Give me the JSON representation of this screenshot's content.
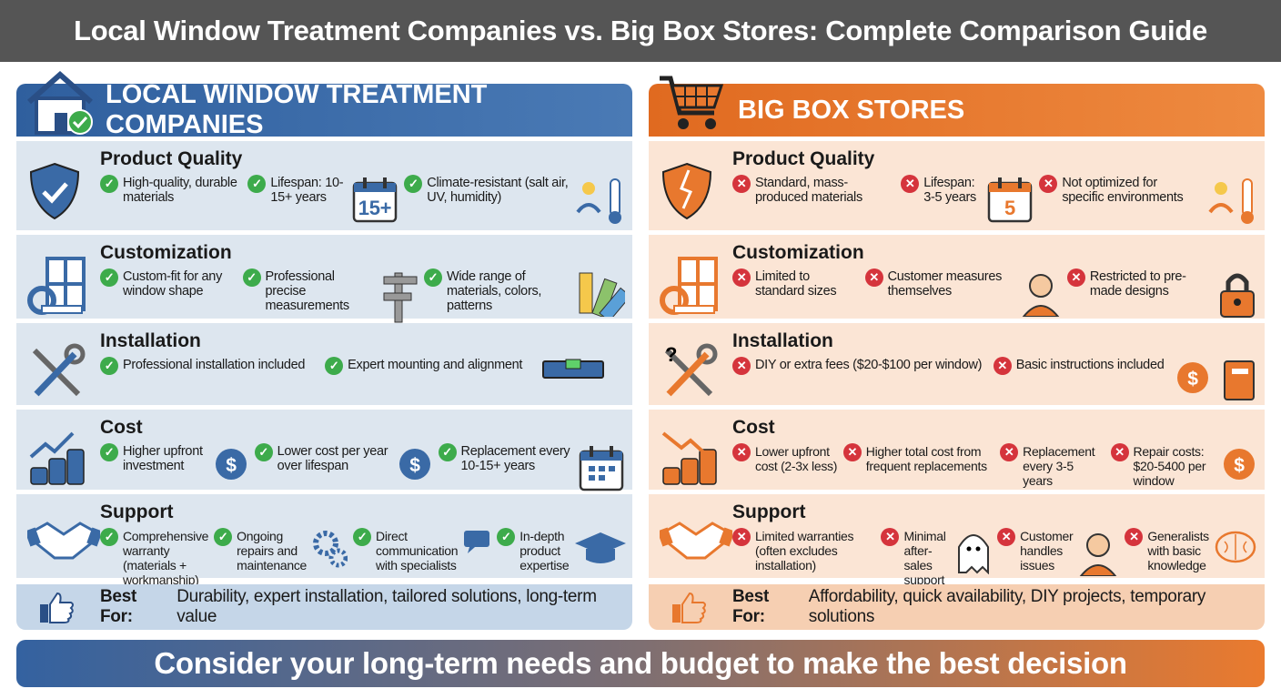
{
  "title": "Local Window Treatment Companies vs. Big Box Stores: Complete Comparison Guide",
  "colors": {
    "blue": "#3a6aa6",
    "orange": "#e8782e",
    "check": "#3dab4b",
    "cross": "#d5343c"
  },
  "left": {
    "heading": "LOCAL WINDOW TREATMENT COMPANIES",
    "heading_icon": "house-check-icon",
    "sections": [
      {
        "title": "Product Quality",
        "icon": "shield-check-icon",
        "items": [
          {
            "text": "High-quality, durable materials"
          },
          {
            "text": "Lifespan: 10-15+ years",
            "icon": "calendar-icon",
            "icon_text": "15+"
          },
          {
            "text": "Climate-resistant (salt air, UV, humidity)",
            "icon": "weather-thermometer-icon"
          }
        ]
      },
      {
        "title": "Customization",
        "icon": "window-tape-icon",
        "items": [
          {
            "text": "Custom-fit for any window shape"
          },
          {
            "text": "Professional precise measurements",
            "icon": "caliper-icon"
          },
          {
            "text": "Wide range of materials, colors, patterns",
            "icon": "swatch-icon"
          }
        ]
      },
      {
        "title": "Installation",
        "icon": "tools-icon",
        "items": [
          {
            "text": "Professional installation included"
          },
          {
            "text": "Expert mounting and alignment",
            "icon": "level-icon"
          },
          {
            "text": ""
          }
        ]
      },
      {
        "title": "Cost",
        "icon": "coins-up-icon",
        "items": [
          {
            "text": "Higher upfront investment",
            "icon": "money-bag-icon"
          },
          {
            "text": "Lower cost per year over lifespan",
            "icon": "dollar-down-icon"
          },
          {
            "text": "Replacement every 10-15+ years",
            "icon": "calendar-grid-icon"
          }
        ]
      },
      {
        "title": "Support",
        "icon": "handshake-icon",
        "items": [
          {
            "text": "Comprehensive warranty (materials + workmanship)"
          },
          {
            "text": "Ongoing repairs and maintenance",
            "icon": "gears-icon"
          },
          {
            "text": "Direct communication with specialists",
            "icon": "chat-icon"
          },
          {
            "text": "In-depth product expertise",
            "icon": "graduation-cap-icon"
          }
        ]
      }
    ],
    "best_label": "Best For:",
    "best_text": "Durability, expert installation, tailored solutions, long-term value"
  },
  "right": {
    "heading": "BIG BOX STORES",
    "heading_icon": "shopping-cart-icon",
    "sections": [
      {
        "title": "Product Quality",
        "icon": "cracked-shield-icon",
        "items": [
          {
            "text": "Standard, mass-produced materials"
          },
          {
            "text": "Lifespan: 3-5 years",
            "icon": "calendar-icon",
            "icon_text": "5"
          },
          {
            "text": "Not optimized for specific environments",
            "icon": "wilted-plant-icon"
          }
        ]
      },
      {
        "title": "Customization",
        "icon": "window-tape-icon",
        "items": [
          {
            "text": "Limited to standard sizes"
          },
          {
            "text": "Customer measures themselves",
            "icon": "confused-person-icon"
          },
          {
            "text": "Restricted to pre-made designs",
            "icon": "padlock-icon"
          }
        ]
      },
      {
        "title": "Installation",
        "icon": "tools-question-icon",
        "items": [
          {
            "text": "DIY or extra fees ($20-$100 per window)"
          },
          {
            "text": "Basic instructions included",
            "icon": "dollar-up-hand-icon"
          },
          {
            "text": "",
            "icon": "manual-book-icon"
          }
        ]
      },
      {
        "title": "Cost",
        "icon": "coins-down-icon",
        "items": [
          {
            "text": "Lower upfront cost (2-3x less)"
          },
          {
            "text": "Higher total cost from frequent replacements"
          },
          {
            "text": "Replacement every 3-5 years"
          },
          {
            "text": "Repair costs: $20-5400 per window",
            "icon": "coin-hand-icon"
          }
        ]
      },
      {
        "title": "Support",
        "icon": "handshake-question-icon",
        "items": [
          {
            "text": "Limited warranties (often excludes installation)"
          },
          {
            "text": "Minimal after-sales support",
            "icon": "ghost-icon"
          },
          {
            "text": "Customer handles issues",
            "icon": "stressed-person-icon"
          },
          {
            "text": "Generalists with basic knowledge",
            "icon": "brain-icon"
          }
        ]
      }
    ],
    "best_label": "Best For:",
    "best_text": "Affordability, quick availability, DIY projects, temporary solutions"
  },
  "footer": "Consider your long-term needs and budget to make the best decision"
}
